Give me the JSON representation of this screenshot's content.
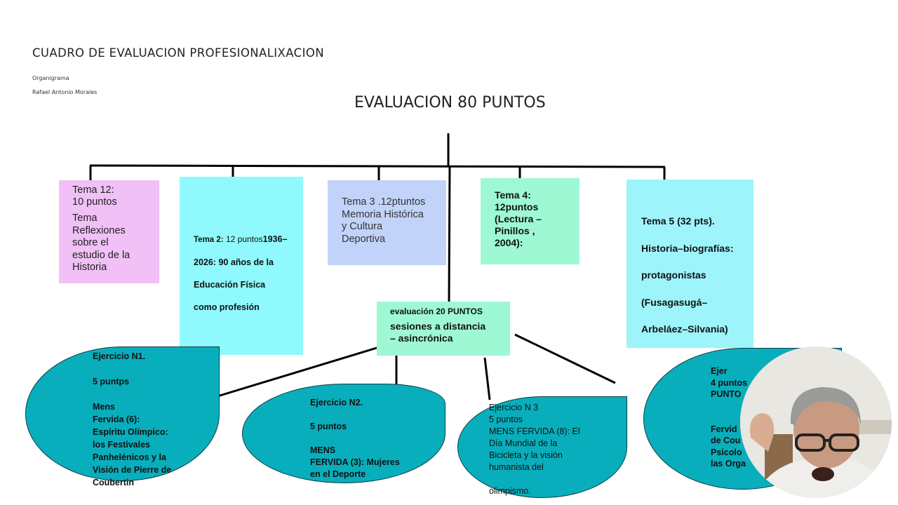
{
  "header": {
    "title": "CUADRO DE EVALUACION  PROFESIONALIXACION",
    "subtitle": "Organigrama",
    "author": "Rafael Antonio Morales"
  },
  "main_heading": "EVALUACION  80 PUNTOS",
  "temas": [
    {
      "heading": "Tema 12:\n10 puntos",
      "body": "Tema\nReflexiones\nsobre el\nestudio de la\nHistoria",
      "color": "#f0c0f7"
    },
    {
      "label": "Tema 2:",
      "points": " 12 puntos",
      "body": "1936–\n2026: 90 años de la\nEducación Física\ncomo profesión",
      "color": "#8ff9fd"
    },
    {
      "text": "Tema 3 .12ptuntos\nMemoria Histórica\ny Cultura\nDeportiva",
      "color": "#c2d3f9"
    },
    {
      "text": "Tema 4:\n12puntos\n(Lectura –\nPinillos ,\n2004):",
      "color": "#9ef8d4"
    },
    {
      "text": "Tema 5 (32 pts).\nHistoria–biografías:\nprotagonistas\n(Fusagasugá–\nArbeláez–Silvania)",
      "color": "#9ef4fb"
    }
  ],
  "center_box": {
    "line1": "evaluación  20 PUNTOS",
    "line2": "sesiones a distancia\n– asincrónica",
    "color": "#9ef8d4"
  },
  "ejercicios": [
    {
      "text": "Ejercicio N1.\n\n5 puntps\n\nMens\nFervida (6):\nEspíritu Olímpico:\nlos Festivales\nPanhelénicos y la\nVisión de Pierre de\nCoubertin"
    },
    {
      "text": "Ejercicio N2.\n\n5 puntos\n\nMENS\nFERVIDA (3): Mujeres\nen el Deporte"
    },
    {
      "text": "Ejercicio N 3\n5 puntos\nMENS FERVIDA (8): El\nDía Mundial de la\nBicicleta y la visión\nhumanista del\n\nolimpismo."
    },
    {
      "text": "Ejer\n4 puntos\nPUNTO\n\n\nFervid\nde Cou\nPsicolo\nlas Orga"
    }
  ],
  "colors": {
    "ellipse": "#09aebc",
    "connector": "#000000"
  }
}
